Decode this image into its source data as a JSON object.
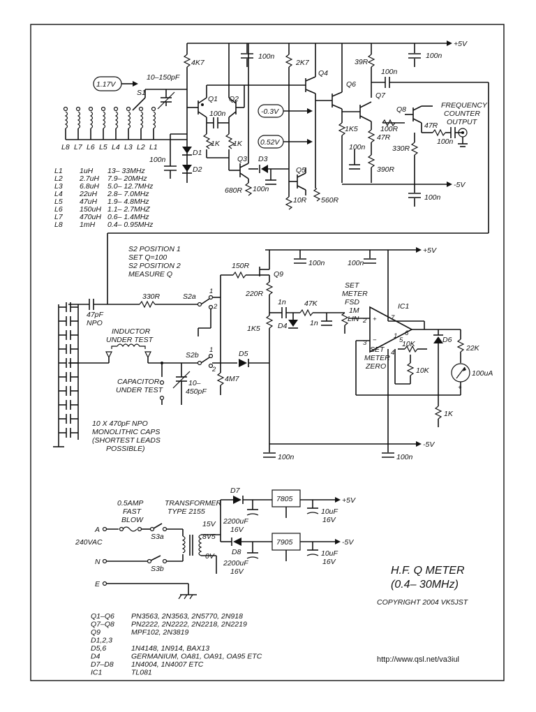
{
  "title": {
    "line1": "H.F.  Q  METER",
    "line2": "(0.4–  30MHz)",
    "copyright": "COPYRIGHT  2004  VK5JST"
  },
  "url": "http://www.qsl.net/va3iul",
  "rails": {
    "pos5": "+5V",
    "neg5": "-5V"
  },
  "voltages": {
    "v117": "1.17V",
    "v03": "-0.3V",
    "v052": "0.52V"
  },
  "oscillator": {
    "s1": "S1",
    "trimmer": "10–150pF",
    "r4k7": "4K7",
    "c100n_a": "100n",
    "r2k7": "2K7",
    "q1": "Q1",
    "q2": "Q2",
    "q3": "Q3",
    "q4": "Q4",
    "q5": "Q5",
    "q6": "Q6",
    "q7": "Q7",
    "q8": "Q8",
    "c100n_b": "100n",
    "r1k_a": "1K",
    "r1k_b": "1K",
    "d1": "D1",
    "d2": "D2",
    "d3": "D3",
    "c100n_c": "100n",
    "r680": "680R",
    "c100n_d": "100n",
    "r10": "10R",
    "r560": "560R",
    "r39": "39R",
    "c100n_e": "100n",
    "c100n_f": "100n",
    "r1k5": "1K5",
    "c100n_g": "100n",
    "r100": "100R",
    "r47a": "47R",
    "r47b": "47R",
    "r390": "390R",
    "r330": "330R",
    "c100n_h": "100n",
    "c100n_i": "100n",
    "c100n_j": "100n",
    "freq_out": [
      "FREQUENCY",
      "COUNTER",
      "OUTPUT"
    ]
  },
  "inductor_labels": [
    "L8",
    "L7",
    "L6",
    "L5",
    "L4",
    "L3",
    "L2",
    "L1"
  ],
  "inductor_table": [
    [
      "L1",
      "1uH",
      "13– 33MHz"
    ],
    [
      "L2",
      "2.7uH",
      "7.9–  20MHz"
    ],
    [
      "L3",
      "6.8uH",
      "5.0– 12.7MHz"
    ],
    [
      "L4",
      "22uH",
      "2.8–  7.0MHz"
    ],
    [
      "L5",
      "47uH",
      "1.9–  4.8MHz"
    ],
    [
      "L6",
      "150uH",
      "1.1–  2.7MHZ"
    ],
    [
      "L7",
      "470uH",
      "0.6–  1.4MHz"
    ],
    [
      "L8",
      "1mH",
      "0.4–  0.95MHz"
    ]
  ],
  "meter": {
    "s2_note": [
      "S2  POSITION  1",
      "SET  Q=100",
      "S2  POSITION  2",
      "MEASURE  Q"
    ],
    "r150": "150R",
    "q9": "Q9",
    "c100n_k": "100n",
    "c100n_l": "100n",
    "r220": "220R",
    "c1n_a": "1n",
    "r47k": "47K",
    "c1n_b": "1n",
    "set_fsd": [
      "SET",
      "METER",
      "FSD",
      "1M",
      "LIN"
    ],
    "ic1": "IC1",
    "r1k5b": "1K5",
    "d4": "D4",
    "d5": "D5",
    "d6": "D6",
    "r330b": "330R",
    "s2a": "S2a",
    "s2b": "S2b",
    "c47p": [
      "47pF",
      "NPO"
    ],
    "inductor_under_test": [
      "INDUCTOR",
      "UNDER  TEST"
    ],
    "capacitor_under_test": [
      "CAPACITOR",
      "UNDER  TEST"
    ],
    "var_cap": [
      "10–",
      "450pF"
    ],
    "r4m7": "4M7",
    "set_zero": [
      "SET",
      "METER",
      "ZERO"
    ],
    "r10k_a": "10K",
    "r10k_b": "10K",
    "r22k": "22K",
    "meter_i": "100uA",
    "r1kb": "1K",
    "c100n_m": "100n",
    "c100n_n": "100n",
    "caps_note": [
      "10  X  470pF  NPO",
      "MONOLITHIC  CAPS",
      "(SHORTEST  LEADS",
      "POSSIBLE)"
    ],
    "pins": [
      "2",
      "3",
      "4",
      "5",
      "6",
      "7",
      "1",
      "2",
      "1",
      "2"
    ]
  },
  "psu": {
    "fuse": [
      "0.5AMP",
      "FAST",
      "BLOW"
    ],
    "transformer": [
      "TRANSFORMER",
      "TYPE  2155"
    ],
    "mains": "240VAC",
    "a": "A",
    "n": "N",
    "e": "E",
    "s3a": "S3a",
    "s3b": "S3b",
    "v15": "15V",
    "v8v5": "8V5",
    "v0": "0V",
    "d7": "D7",
    "d8": "D8",
    "c2200a": [
      "2200uF",
      "16V"
    ],
    "c2200b": [
      "2200uF",
      "16V"
    ],
    "reg_pos": "7805",
    "reg_neg": "7905",
    "c10a": [
      "10uF",
      "16V"
    ],
    "c10b": [
      "10uF",
      "16V"
    ],
    "out_pos": "+5V",
    "out_neg": "-5V"
  },
  "parts_list": [
    [
      "Q1–Q6",
      "PN3563,  2N3563,  2N5770,  2N918"
    ],
    [
      "Q7–Q8",
      "PN2222,  2N2222,  2N2218,  2N2219"
    ],
    [
      "Q9",
      "MPF102,  2N3819"
    ],
    [
      "D1,2,3",
      ""
    ],
    [
      "D5,6",
      "1N4148,  1N914,  BAX13"
    ],
    [
      "D4",
      "GERMANIUM,  OA81,  OA91,  OA95  ETC"
    ],
    [
      "D7–D8",
      "1N4004,  1N4007  ETC"
    ],
    [
      "IC1",
      "TL081"
    ]
  ]
}
